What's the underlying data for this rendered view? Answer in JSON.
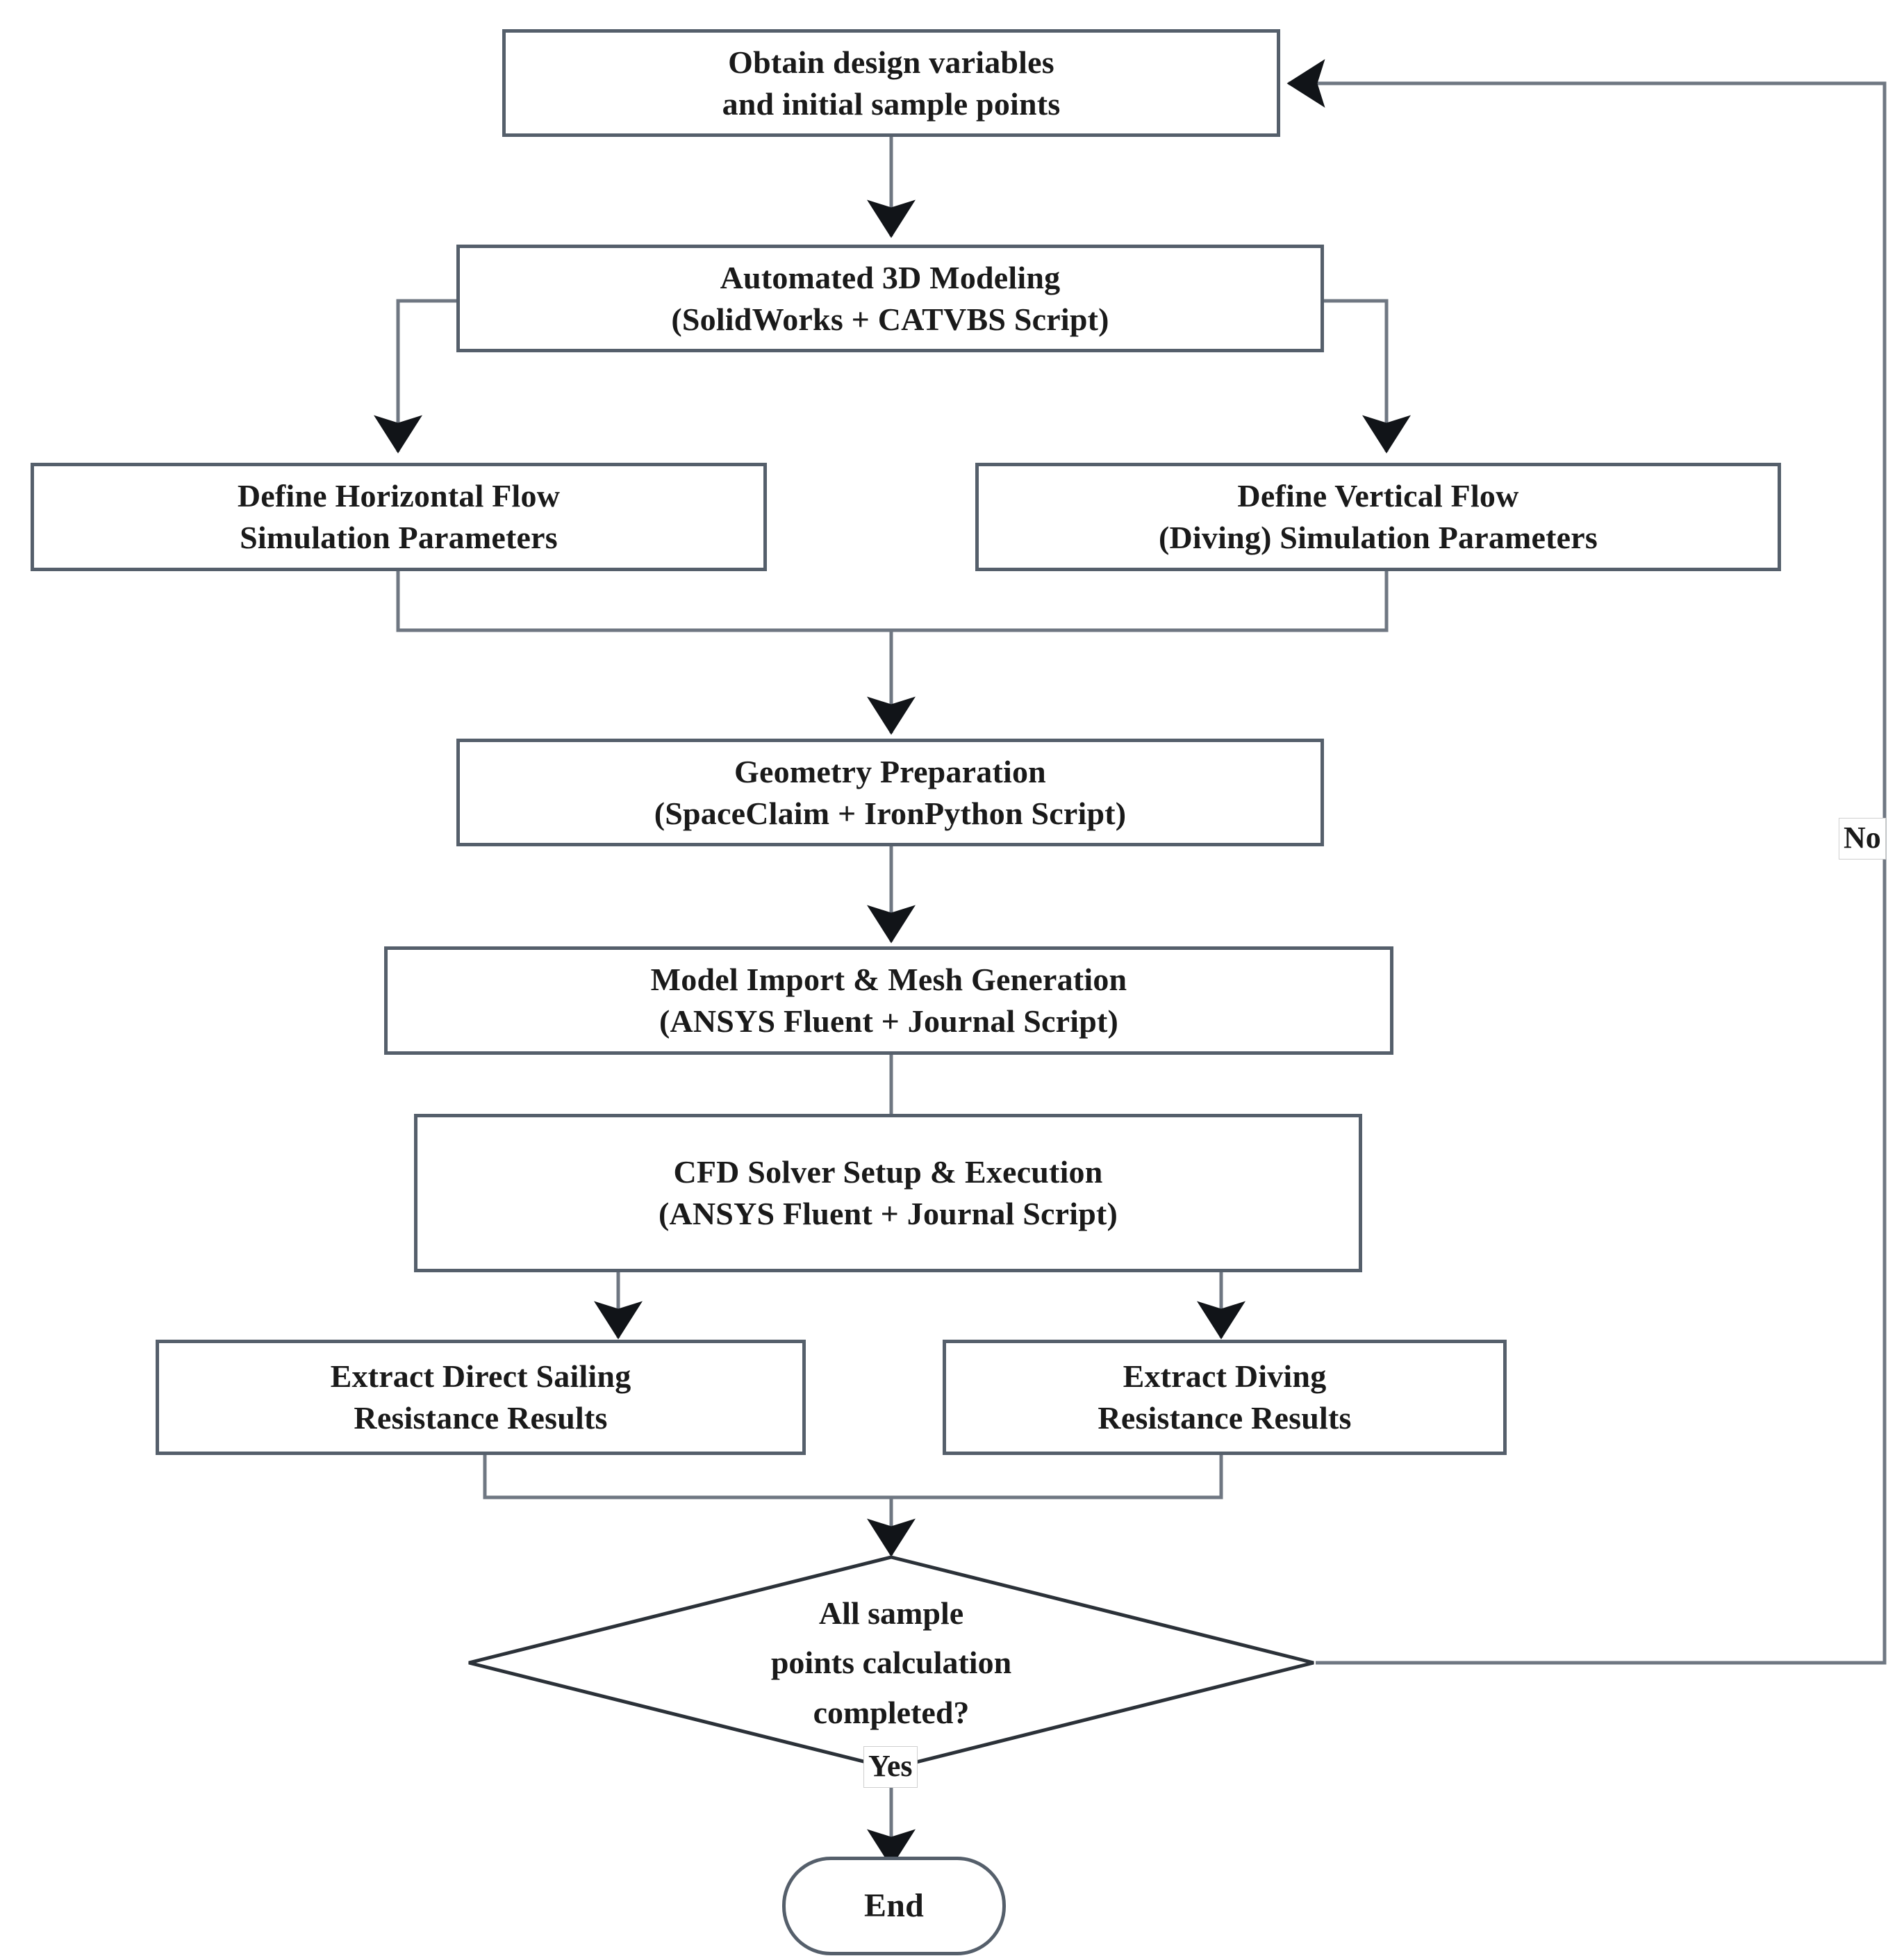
{
  "diagram": {
    "title": "CFD Automation Workflow Flowchart",
    "type": "flowchart",
    "colors": {
      "node_border": "#555f6b",
      "edge_stroke": "#6f7782",
      "edge_stroke_dark": "#333a42",
      "text": "#1a1a1a",
      "background": "#ffffff"
    },
    "nodes": [
      {
        "id": "start",
        "shape": "rectangle",
        "lines": [
          "Obtain design variables",
          "and initial sample points"
        ]
      },
      {
        "id": "modeling",
        "shape": "rectangle",
        "lines": [
          "Automated 3D Modeling",
          "(SolidWorks + CATVBS Script)"
        ]
      },
      {
        "id": "horizontal-params",
        "shape": "rectangle",
        "lines": [
          "Define Horizontal Flow",
          "Simulation Parameters"
        ]
      },
      {
        "id": "vertical-params",
        "shape": "rectangle",
        "lines": [
          "Define Vertical Flow",
          "(Diving) Simulation Parameters"
        ]
      },
      {
        "id": "geometry-prep",
        "shape": "rectangle",
        "lines": [
          "Geometry Preparation",
          "(SpaceClaim + IronPython Script)"
        ]
      },
      {
        "id": "mesh-generation",
        "shape": "rectangle",
        "lines": [
          "Model Import & Mesh Generation",
          "(ANSYS Fluent + Journal Script)"
        ]
      },
      {
        "id": "cfd-solver",
        "shape": "rectangle",
        "lines": [
          "CFD Solver Setup & Execution",
          "(ANSYS Fluent + Journal Script)"
        ]
      },
      {
        "id": "extract-sailing",
        "shape": "rectangle",
        "lines": [
          "Extract Direct Sailing",
          "Resistance Results"
        ]
      },
      {
        "id": "extract-diving",
        "shape": "rectangle",
        "lines": [
          "Extract Diving",
          "Resistance Results"
        ]
      },
      {
        "id": "decision",
        "shape": "diamond",
        "lines": [
          "All sample",
          "points calculation",
          "completed?"
        ]
      },
      {
        "id": "end",
        "shape": "terminator",
        "lines": [
          "End"
        ]
      }
    ],
    "edge_labels": {
      "no": "No",
      "yes": "Yes"
    }
  }
}
